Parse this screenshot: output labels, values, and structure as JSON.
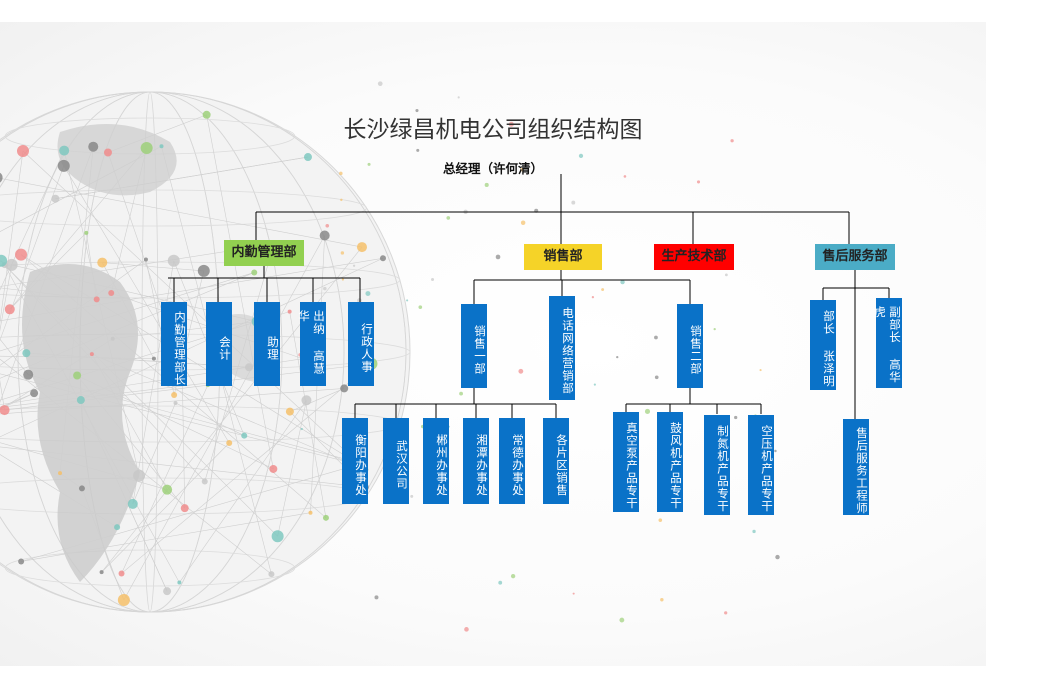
{
  "title": "长沙绿昌机电公司组织结构图",
  "general_manager": "总经理（许何清）",
  "departments": [
    {
      "key": "internal",
      "label": "内勤管理部",
      "color": "#92d050"
    },
    {
      "key": "sales",
      "label": "销售部",
      "color": "#f5d328"
    },
    {
      "key": "production",
      "label": "生产技术部",
      "color": "#ff0000"
    },
    {
      "key": "service",
      "label": "售后服务部",
      "color": "#4bacc6"
    }
  ],
  "internal_units": [
    "内勤管理部长",
    "会计",
    "助理",
    "出纳 高慧华",
    "行政人事"
  ],
  "sales_units": [
    "销售一部",
    "电话网络营销部",
    "销售二部"
  ],
  "sales_one_offices": [
    "衡阳办事处",
    "武汉公司",
    "郴州办事处",
    "湘潭办事处",
    "常德办事处",
    "各片区销售"
  ],
  "sales_two_units": [
    "真空泵产品专干",
    "鼓风机产品专干",
    "制氮机产品专干",
    "空压机产品专干"
  ],
  "service_units": [
    "部长 张泽明",
    "副部长 高华虎",
    "售后服务工程师"
  ],
  "colors": {
    "box": "#0a72c8",
    "line": "#000000"
  }
}
